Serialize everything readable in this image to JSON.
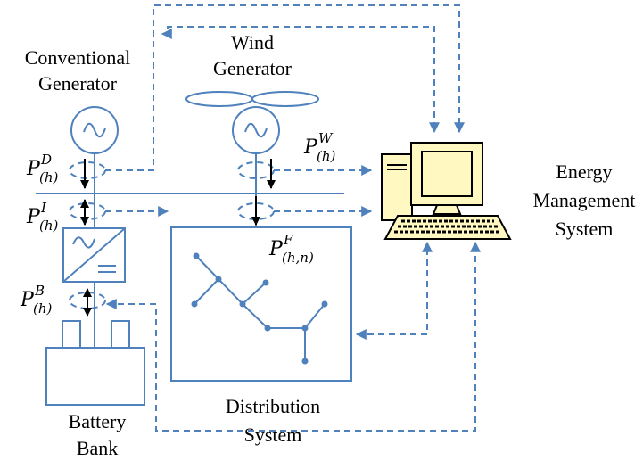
{
  "labels": {
    "conventional_line1": "Conventional",
    "conventional_line2": "Generator",
    "wind_line1": "Wind",
    "wind_line2": "Generator",
    "ems_line1": "Energy",
    "ems_line2": "Management",
    "ems_line3": "System",
    "distribution_line1": "Distribution",
    "distribution_line2": "System",
    "battery_line1": "Battery",
    "battery_line2": "Bank"
  },
  "power_labels": {
    "pd": {
      "base": "P",
      "sup": "D",
      "sub": "(h)"
    },
    "pi": {
      "base": "P",
      "sup": "I",
      "sub": "(h)"
    },
    "pb": {
      "base": "P",
      "sup": "B",
      "sub": "(h)"
    },
    "pw": {
      "base": "P",
      "sup": "W",
      "sub": "(h)"
    },
    "pf": {
      "base": "P",
      "sup": "F",
      "sub": "(h,n)"
    }
  },
  "colors": {
    "signal": "#4f81bd",
    "text": "#000000",
    "monitor_screen": "#fff8c0",
    "keyboard_key": "#000000"
  },
  "icons": {
    "ac_source": "sine-wave-icon",
    "converter": "ac-dc-converter-icon",
    "computer": "desktop-computer-icon",
    "battery": "battery-icon",
    "turbine": "wind-turbine-icon"
  }
}
